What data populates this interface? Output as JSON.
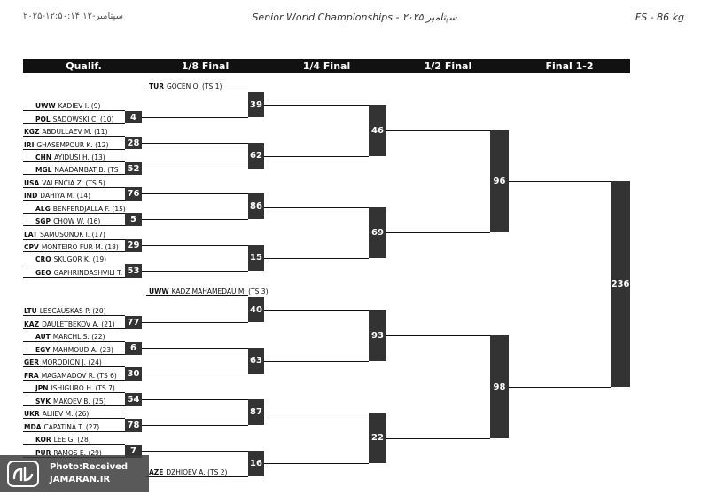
{
  "header": {
    "left": "۲۰۲۵-۱۲:۵۰:۱۴ ۱۲-سپتامبر",
    "center": "Senior World Championships - سپتامبر ۲۰۲۵",
    "right": "FS - 86 kg"
  },
  "rounds": [
    {
      "label": "Qualif."
    },
    {
      "label": "1/8 Final"
    },
    {
      "label": "1/4 Final"
    },
    {
      "label": "1/2 Final"
    },
    {
      "label": "Final 1-2"
    }
  ],
  "entries": [
    {
      "country": "TUR",
      "name": "GOCEN O. (TS 1)"
    },
    {
      "country": "UWW",
      "name": "KADIEV I. (9)"
    },
    {
      "country": "POL",
      "name": "SADOWSKI C. (10)"
    },
    {
      "country": "KGZ",
      "name": "ABDULLAEV M. (11)"
    },
    {
      "country": "IRI",
      "name": "GHASEMPOUR K. (12)"
    },
    {
      "country": "CHN",
      "name": "AYIDUSI H. (13)"
    },
    {
      "country": "MGL",
      "name": "NAADAMBAT B. (TS"
    },
    {
      "country": "USA",
      "name": "VALENCIA Z. (TS 5)"
    },
    {
      "country": "IND",
      "name": "DAHIYA M. (14)"
    },
    {
      "country": "ALG",
      "name": "BENFERDJALLA F. (15)"
    },
    {
      "country": "SGP",
      "name": "CHOW W. (16)"
    },
    {
      "country": "LAT",
      "name": "SAMUSONOK I. (17)"
    },
    {
      "country": "CPV",
      "name": "MONTEIRO FUR M. (18)"
    },
    {
      "country": "CRO",
      "name": "SKUGOR K. (19)"
    },
    {
      "country": "GEO",
      "name": "GAPHRINDASHVILI T."
    },
    {
      "country": "UWW",
      "name": "KADZIMAHAMEDAU M. (TS 3)"
    },
    {
      "country": "LTU",
      "name": "LESCAUSKAS P. (20)"
    },
    {
      "country": "KAZ",
      "name": "DAULETBEKOV A. (21)"
    },
    {
      "country": "AUT",
      "name": "MARCHL S. (22)"
    },
    {
      "country": "EGY",
      "name": "MAHMOUD A. (23)"
    },
    {
      "country": "GER",
      "name": "MORODION J. (24)"
    },
    {
      "country": "FRA",
      "name": "MAGAMADOV R. (TS 6)"
    },
    {
      "country": "JPN",
      "name": "ISHIGURO H. (TS 7)"
    },
    {
      "country": "SVK",
      "name": "MAKOEV B. (25)"
    },
    {
      "country": "UKR",
      "name": "ALIIEV M. (26)"
    },
    {
      "country": "MDA",
      "name": "CAPATINA T. (27)"
    },
    {
      "country": "KOR",
      "name": "LEE G. (28)"
    },
    {
      "country": "PUR",
      "name": "RAMOS E. (29)"
    },
    {
      "country": "AZE",
      "name": "DZHIOEV A. (TS 2)"
    }
  ],
  "boxes": [
    {
      "label": "39"
    },
    {
      "label": "4"
    },
    {
      "label": "28"
    },
    {
      "label": "62"
    },
    {
      "label": "52"
    },
    {
      "label": "46"
    },
    {
      "label": "96"
    },
    {
      "label": "76"
    },
    {
      "label": "86"
    },
    {
      "label": "5"
    },
    {
      "label": "69"
    },
    {
      "label": "29"
    },
    {
      "label": "15"
    },
    {
      "label": "53"
    },
    {
      "label": "236"
    },
    {
      "label": "40"
    },
    {
      "label": "77"
    },
    {
      "label": "93"
    },
    {
      "label": "6"
    },
    {
      "label": "63"
    },
    {
      "label": "30"
    },
    {
      "label": "98"
    },
    {
      "label": "54"
    },
    {
      "label": "87"
    },
    {
      "label": "78"
    },
    {
      "label": "22"
    },
    {
      "label": "7"
    },
    {
      "label": "16"
    }
  ],
  "watermark": {
    "line1": "Photo:Received",
    "line2": "JAMARAN.IR",
    "logo_icon": "jamaran-logo-icon"
  }
}
